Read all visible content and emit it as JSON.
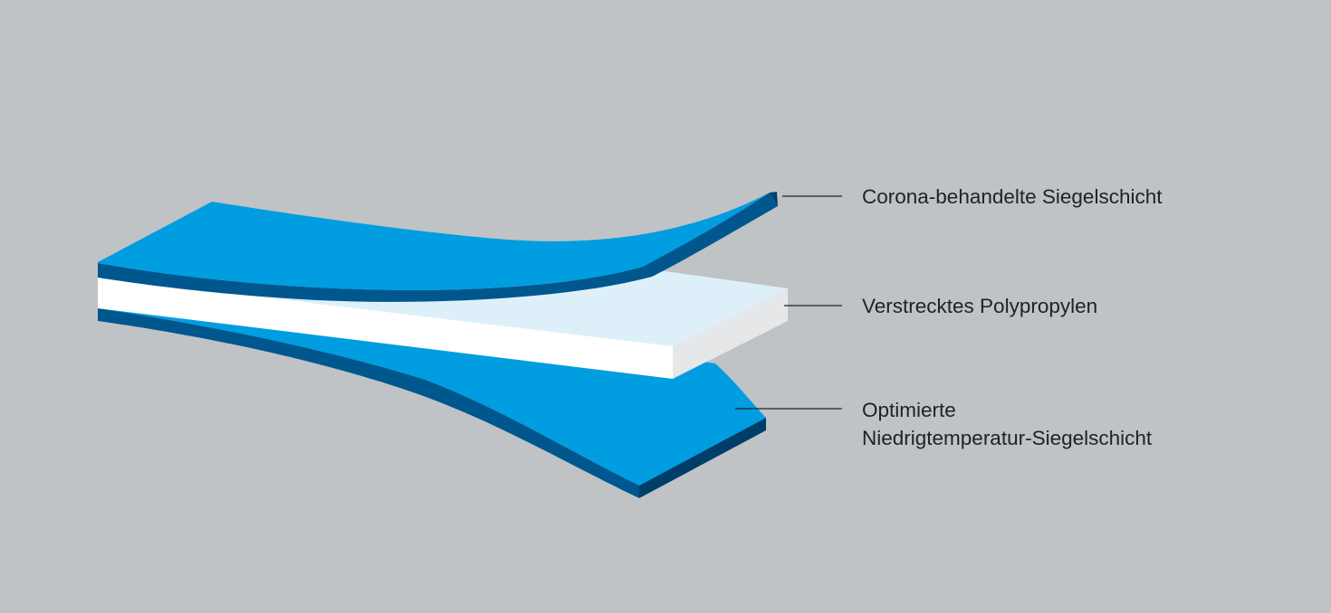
{
  "layers": [
    {
      "id": "top",
      "label_lines": [
        "Corona-behandelte Siegelschicht"
      ]
    },
    {
      "id": "middle",
      "label_lines": [
        "Verstrecktes Polypropylen"
      ]
    },
    {
      "id": "bottom",
      "label_lines": [
        "Optimierte",
        "Niedrigtemperatur-Siegelschicht"
      ]
    }
  ],
  "colors": {
    "background": "#bfc3c6",
    "seal_layer_face": "#009de0",
    "seal_layer_edge": "#00578e",
    "seal_layer_edge_dark": "#003e6a",
    "polypropylene_face": "#ddf0fa",
    "polypropylene_edge": "#ffffff",
    "polypropylene_side": "#e6e7e8",
    "leader_line": "#222222",
    "text": "#222222"
  }
}
